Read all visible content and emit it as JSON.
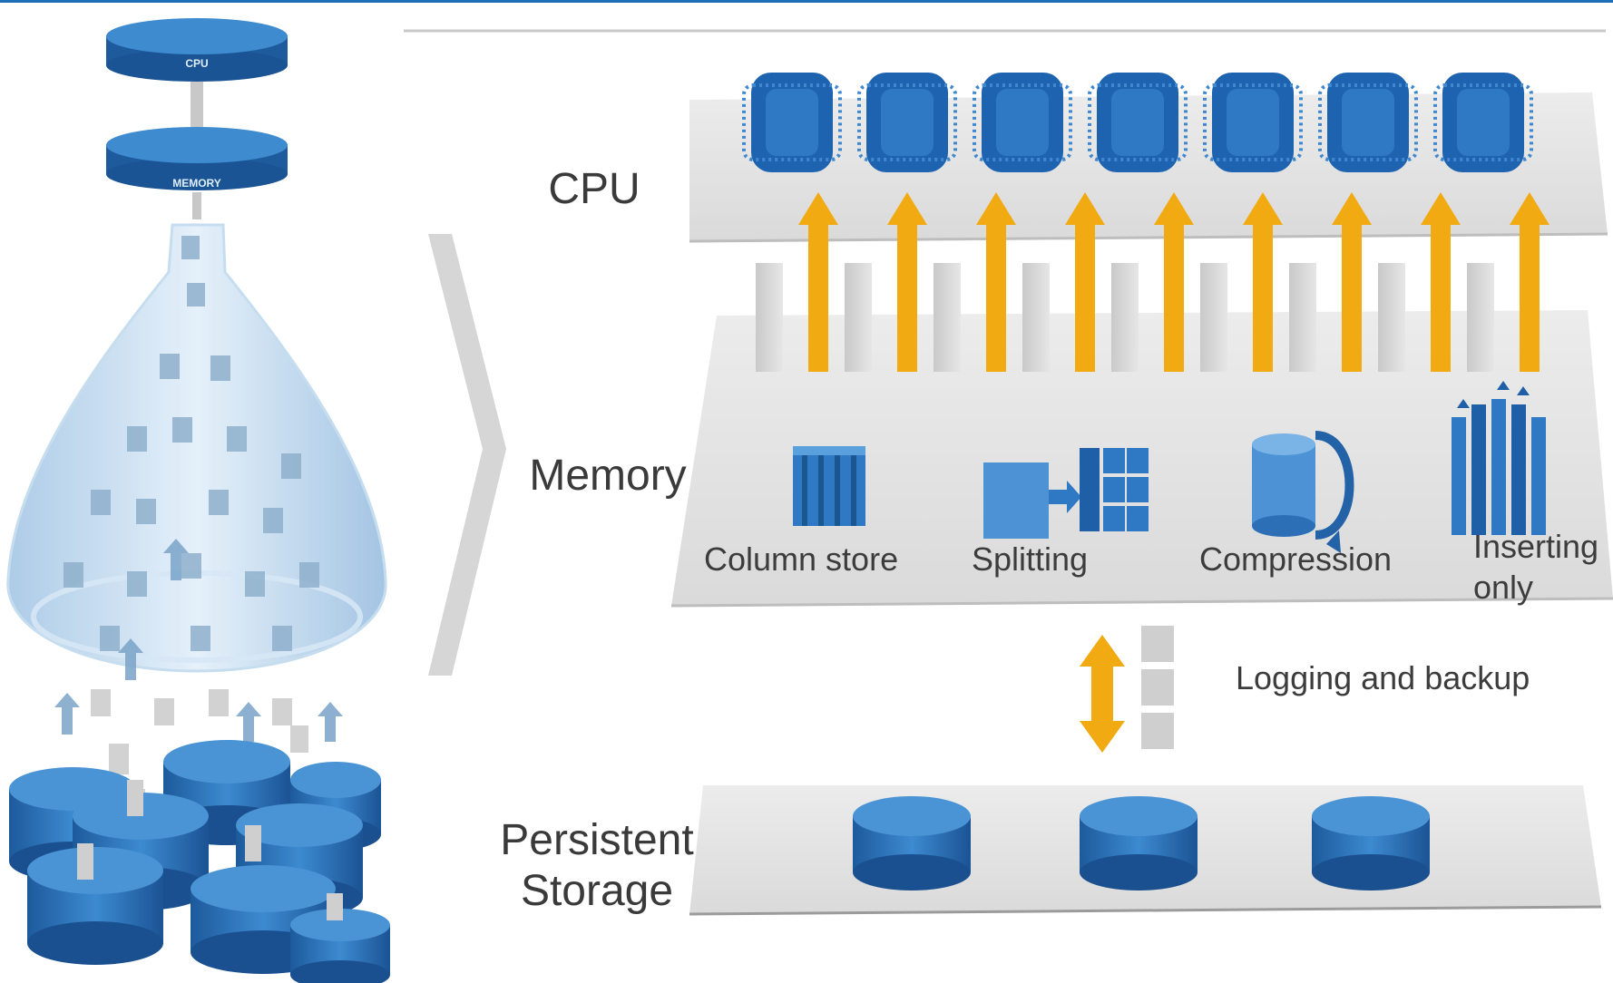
{
  "left_graphic": {
    "cpu_disk_text": "CPU",
    "memory_disk_text": "MEMORY"
  },
  "layers": {
    "cpu": "CPU",
    "memory": "Memory",
    "persistent_storage_line1": "Persistent",
    "persistent_storage_line2": "Storage"
  },
  "memory_features": {
    "column_store": "Column store",
    "splitting": "Splitting",
    "compression": "Compression",
    "inserting_only_line1": "Inserting",
    "inserting_only_line2": "only"
  },
  "logging_label": "Logging and backup",
  "colors": {
    "accent_blue": "#1f6fb8",
    "chip_blue": "#1e63b0",
    "arrow_orange": "#f2aa12",
    "platform_gray": "#e2e2e2",
    "disk_blue": "#3a84c9"
  }
}
